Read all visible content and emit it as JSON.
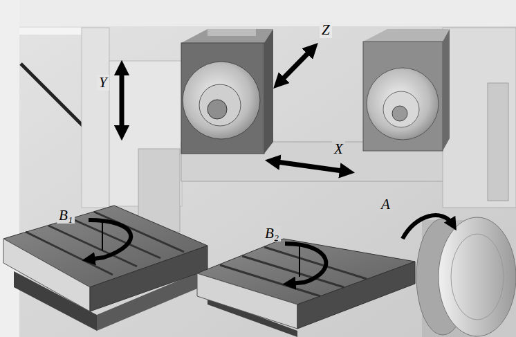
{
  "diagram": {
    "labels": [
      "Y",
      "Z",
      "X",
      "B₁",
      "B₂",
      "A"
    ]
  }
}
